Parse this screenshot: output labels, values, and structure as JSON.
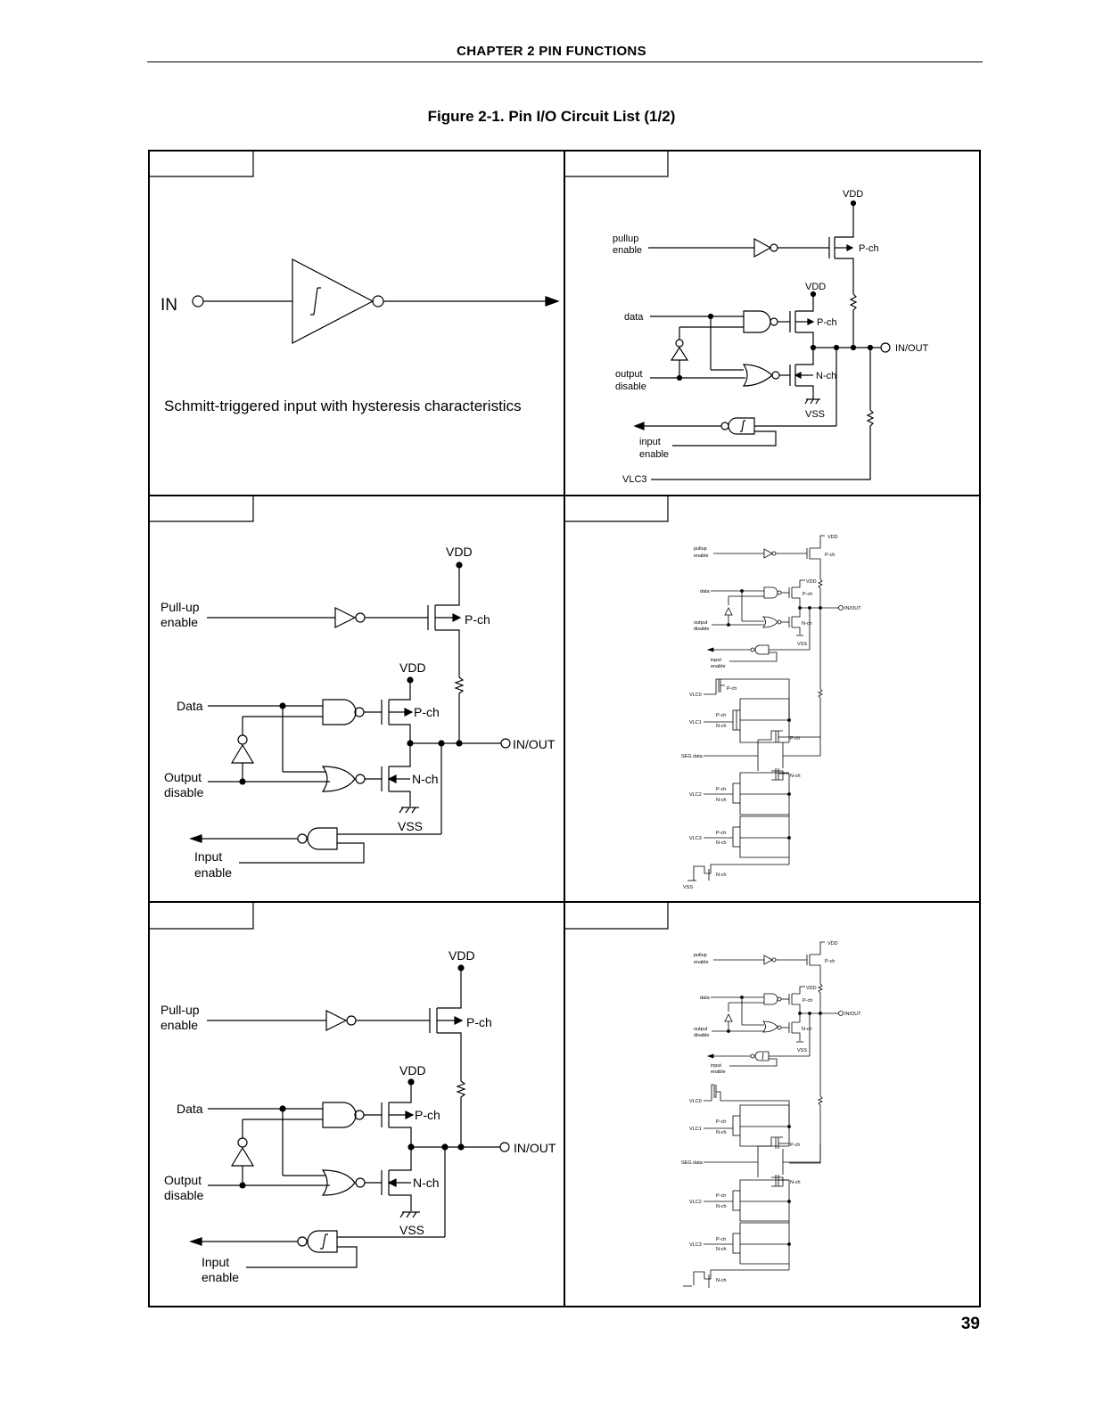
{
  "header": {
    "chapter": "CHAPTER  2   PIN  FUNCTIONS"
  },
  "figure": {
    "title": "Figure 2-1.  Pin I/O Circuit List (1/2)"
  },
  "page_number": "39",
  "panels": {
    "p1": {
      "in_label": "IN",
      "caption": "Schmitt-triggered input with hysteresis characteristics"
    },
    "p2": {
      "vdd": "VDD",
      "vdd2": "VDD",
      "vss": "VSS",
      "vlc3": "VLC3",
      "pullup": "pullup",
      "enable": "enable",
      "data": "data",
      "output": "output",
      "disable": "disable",
      "input": "input",
      "input_enable": "enable",
      "pch": "P-ch",
      "pch2": "P-ch",
      "nch": "N-ch",
      "inout": "IN/OUT"
    },
    "p3": {
      "vdd": "VDD",
      "vdd2": "VDD",
      "vss": "VSS",
      "pullup": "Pull-up",
      "enable": "enable",
      "data": "Data",
      "output": "Output",
      "disable": "disable",
      "input": "Input",
      "input_enable": "enable",
      "pch": "P-ch",
      "pch2": "P-ch",
      "nch": "N-ch",
      "inout": "IN/OUT"
    },
    "p4": {
      "vdd": "VDD",
      "vdd2": "VDD",
      "vss": "VSS",
      "vss2": "VSS",
      "pullup": "pullup",
      "enable": "enable",
      "data": "data",
      "output": "output",
      "disable": "disable",
      "input": "input",
      "input_enable": "enable",
      "pch": "P-ch",
      "pch2": "P-ch",
      "nch": "N-ch",
      "inout": "IN/OUT",
      "vlc0": "VLC0",
      "vlc1": "VLC1",
      "vlc2": "VLC2",
      "vlc3": "VLC3",
      "seg": "SEG data",
      "pch_a": "P-ch",
      "pch_b": "P-ch",
      "nch_b": "N-ch",
      "pch_c": "P-ch",
      "nch_c": "N-ch",
      "pch_d": "P-ch",
      "nch_d": "N-ch",
      "pch_e": "P-ch",
      "nch_e": "N-ch",
      "nch_f": "N-ch"
    },
    "p5": {
      "vdd": "VDD",
      "vdd2": "VDD",
      "vss": "VSS",
      "pullup": "Pull-up",
      "enable": "enable",
      "data": "Data",
      "output": "Output",
      "disable": "disable",
      "input": "Input",
      "input_enable": "enable",
      "pch": "P-ch",
      "pch2": "P-ch",
      "nch": "N-ch",
      "inout": "IN/OUT"
    },
    "p6": {
      "vdd": "VDD",
      "vdd2": "VDD",
      "vss": "VSS",
      "pullup": "pullup",
      "enable": "enable",
      "data": "data",
      "output": "output",
      "disable": "disable",
      "input": "input",
      "input_enable": "enable",
      "pch": "P-ch",
      "pch2": "P-ch",
      "nch": "N-ch",
      "inout": "IN/OUT",
      "vlc0": "VLC0",
      "vlc1": "VLC1",
      "vlc2": "VLC2",
      "vlc3": "VLC3",
      "seg": "SEG data",
      "pch_b": "P-ch",
      "nch_b": "N-ch",
      "pch_c": "P-ch",
      "nch_c": "N-ch",
      "pch_d": "P-ch",
      "nch_d": "N-ch",
      "pch_e": "P-ch",
      "nch_e": "N-ch",
      "nch_f": "N-ch"
    }
  }
}
